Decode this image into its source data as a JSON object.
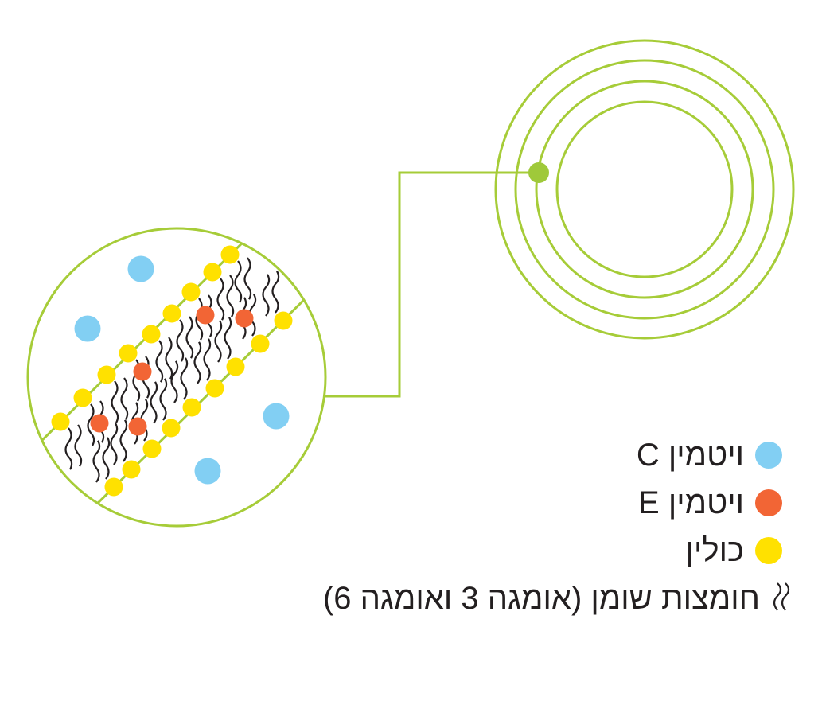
{
  "colors": {
    "green": "#a6cc38",
    "green_dot": "#9fc93a",
    "vitamin_c": "#82cff3",
    "vitamin_e": "#f26535",
    "choline": "#ffe100",
    "tail": "#231f20"
  },
  "legend": {
    "items": [
      {
        "label": "ויטמין C",
        "color_key": "vitamin_c",
        "icon": "blue-dot-icon"
      },
      {
        "label": "ויטמין E",
        "color_key": "vitamin_e",
        "icon": "orange-dot-icon"
      },
      {
        "label": "כולין",
        "color_key": "choline",
        "icon": "yellow-dot-icon"
      },
      {
        "label": "חומצות שומן (אומגה 3 ואומגה 6)",
        "icon": "fatty-acid-tail-icon"
      }
    ]
  }
}
